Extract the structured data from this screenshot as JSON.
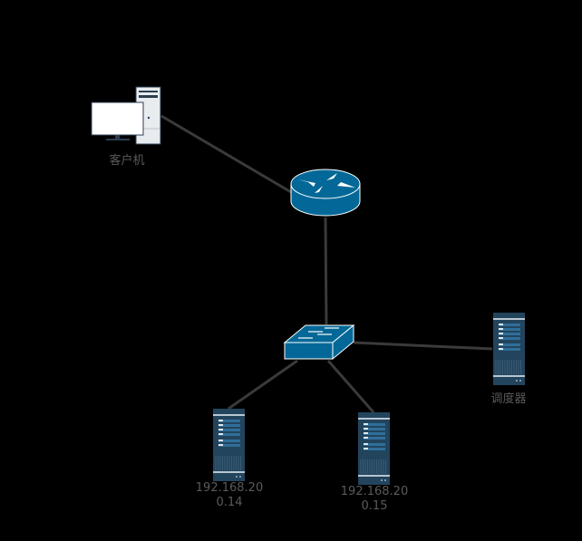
{
  "nodes": {
    "client": {
      "label": "客户机"
    },
    "router": {
      "label": ""
    },
    "switch": {
      "label": ""
    },
    "scheduler": {
      "label": "调度器"
    },
    "server1": {
      "label_lines": [
        "192.168.20",
        "0.14"
      ]
    },
    "server2": {
      "label_lines": [
        "192.168.20",
        "0.15"
      ]
    }
  },
  "colors": {
    "background": "#000000",
    "link": "#3a3a3a",
    "device_blue": "#036897",
    "server_body": "#23445d"
  }
}
